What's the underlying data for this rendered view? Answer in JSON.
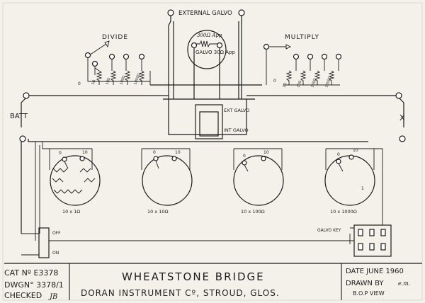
{
  "labels": {
    "external_galvo": "EXTERNAL GALVO",
    "divide": "DIVIDE",
    "multiply": "MULTIPLY",
    "batt": "BATT",
    "x_terminal": "X",
    "galvo_rating_top": "300Ω App",
    "galvo_rating_bottom": "GALVO 30Ω App",
    "ext_galvo": "EXT GALVO",
    "int_galvo": "INT GALVO",
    "galvo_key": "GALVO KEY",
    "off": "OFF",
    "on": "ON",
    "divide_resistors": [
      "1Ω",
      "10Ω",
      "100Ω",
      "1000Ω"
    ],
    "multiply_resistors": [
      "1Ω",
      "10Ω",
      "100Ω",
      "1000Ω"
    ],
    "dials": [
      {
        "caption": "10 x 1Ω",
        "zero": "0",
        "ten": "10"
      },
      {
        "caption": "10 x 10Ω",
        "zero": "0",
        "ten": "10"
      },
      {
        "caption": "10 x 100Ω",
        "zero": "0",
        "ten": "10"
      },
      {
        "caption": "10 x 1000Ω",
        "zero": "0",
        "ten": "10",
        "one": "1"
      }
    ],
    "switch_zero": "0"
  },
  "title_block": {
    "cat_no": "CAT Nº E3378",
    "dwg_no": "DWGN° 3378/1",
    "checked": "CHECKED",
    "title": "WHEATSTONE BRIDGE",
    "maker": "DORAN INSTRUMENT Cº, STROUD, GLOS.",
    "date": "DATE JUNE 1960",
    "drawn_by": "DRAWN BY",
    "drawn_initials": "e.m.",
    "view": "B.O.P VIEW",
    "checked_initials": "JB"
  }
}
